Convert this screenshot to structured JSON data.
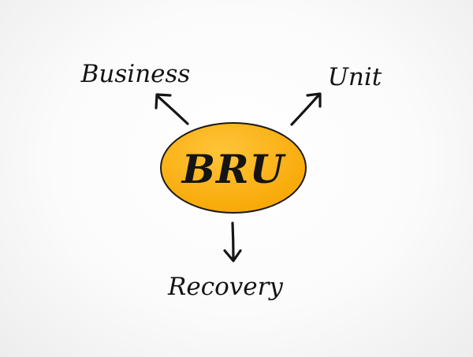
{
  "diagram": {
    "center": {
      "label": "BRU",
      "fill_color": "#f7a600",
      "fill_highlight": "#ffc43a",
      "outline_color": "#1a1a1a"
    },
    "branches": [
      {
        "label": "Business",
        "direction": "up-left"
      },
      {
        "label": "Unit",
        "direction": "up-right"
      },
      {
        "label": "Recovery",
        "direction": "down"
      }
    ],
    "ink_color": "#151515"
  }
}
